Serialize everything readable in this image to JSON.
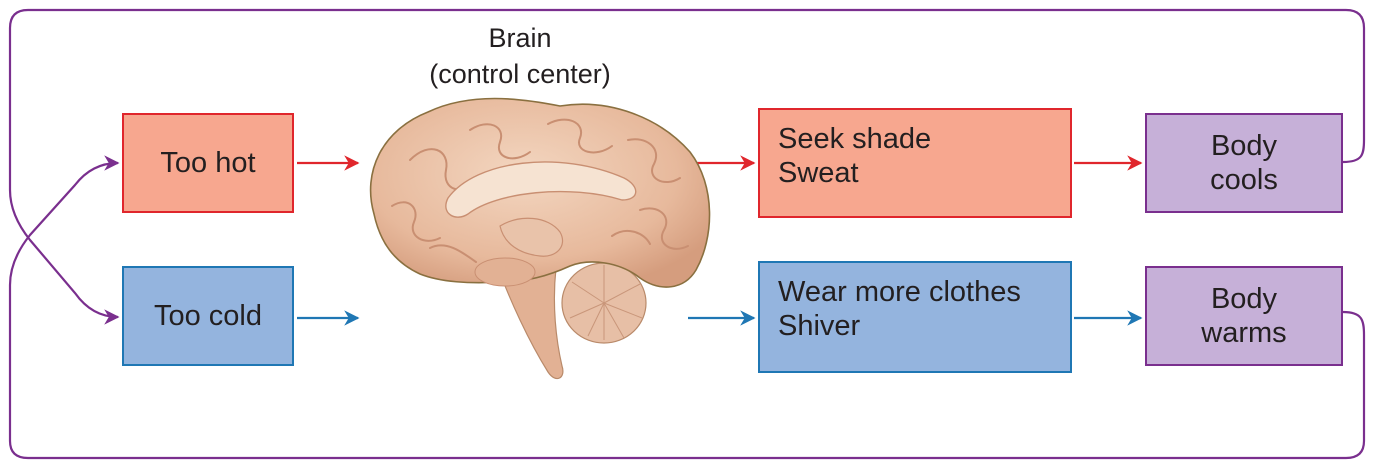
{
  "colors": {
    "hot_fill": "#f7a78f",
    "hot_border": "#e0262c",
    "cold_fill": "#94b4de",
    "cold_border": "#1f77b4",
    "result_fill": "#c6b0d8",
    "result_border": "#7a2f8e",
    "loop_line": "#7a2f8e",
    "hot_arrow": "#e0262c",
    "cold_arrow": "#1f77b4"
  },
  "brain": {
    "label_line1": "Brain",
    "label_line2": "(control center)",
    "icon": "brain-illustration"
  },
  "stimuli": {
    "hot": "Too hot",
    "cold": "Too cold"
  },
  "responses": {
    "hot": {
      "line1": "Seek shade",
      "line2": "Sweat"
    },
    "cold": {
      "line1": "Wear more clothes",
      "line2": "Shiver"
    }
  },
  "results": {
    "hot": {
      "line1": "Body",
      "line2": "cools"
    },
    "cold": {
      "line1": "Body",
      "line2": "warms"
    }
  }
}
